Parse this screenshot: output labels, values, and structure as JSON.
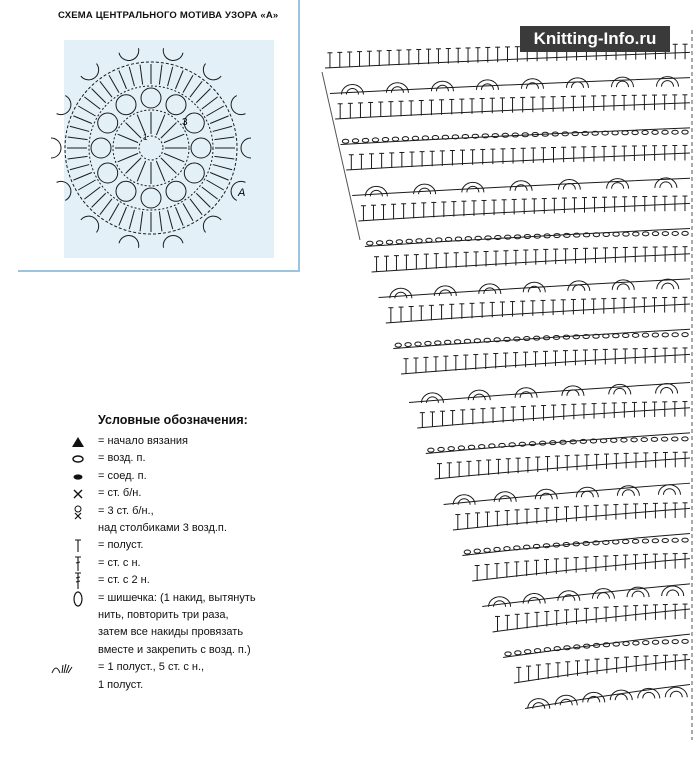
{
  "site_watermark": "Knitting-Info.ru",
  "motif": {
    "title": "СХЕМА ЦЕНТРАЛЬНОГО МОТИВА УЗОРА «А»",
    "row_marks": [
      "1",
      "3"
    ],
    "label": "A"
  },
  "legend": {
    "title": "Условные обозначения:",
    "items": [
      {
        "icon": "start-arrow",
        "text": "= начало вязания"
      },
      {
        "icon": "chain-oval",
        "text": "= возд. п."
      },
      {
        "icon": "slip-dot",
        "text": "= соед. п."
      },
      {
        "icon": "cross",
        "text": "= ст. б/н."
      },
      {
        "icon": "three-sc-picot",
        "text": "= 3 ст. б/н.,"
      },
      {
        "icon": "",
        "text": "над столбиками 3 возд.п."
      },
      {
        "icon": "half-dc",
        "text": "= полуст."
      },
      {
        "icon": "dc",
        "text": "= ст. с н."
      },
      {
        "icon": "tr",
        "text": "= ст. с 2 н."
      },
      {
        "icon": "bobble",
        "text": "= шишечка: (1 накид, вытянуть"
      },
      {
        "icon": "",
        "text": "нить, повторить три раза,"
      },
      {
        "icon": "",
        "text": "затем все накиды провязать"
      },
      {
        "icon": "",
        "text": "вместе и закрепить с возд. п.)"
      },
      {
        "icon": "shell-arch",
        "text": "= 1 полуст., 5 ст. с н.,"
      },
      {
        "icon": "",
        "text": "1 полуст."
      }
    ]
  },
  "colors": {
    "panel": "#e3f0f8",
    "frame": "#9ec3df",
    "ink": "#1a1a1a",
    "watermark": "#3a3a3a"
  }
}
